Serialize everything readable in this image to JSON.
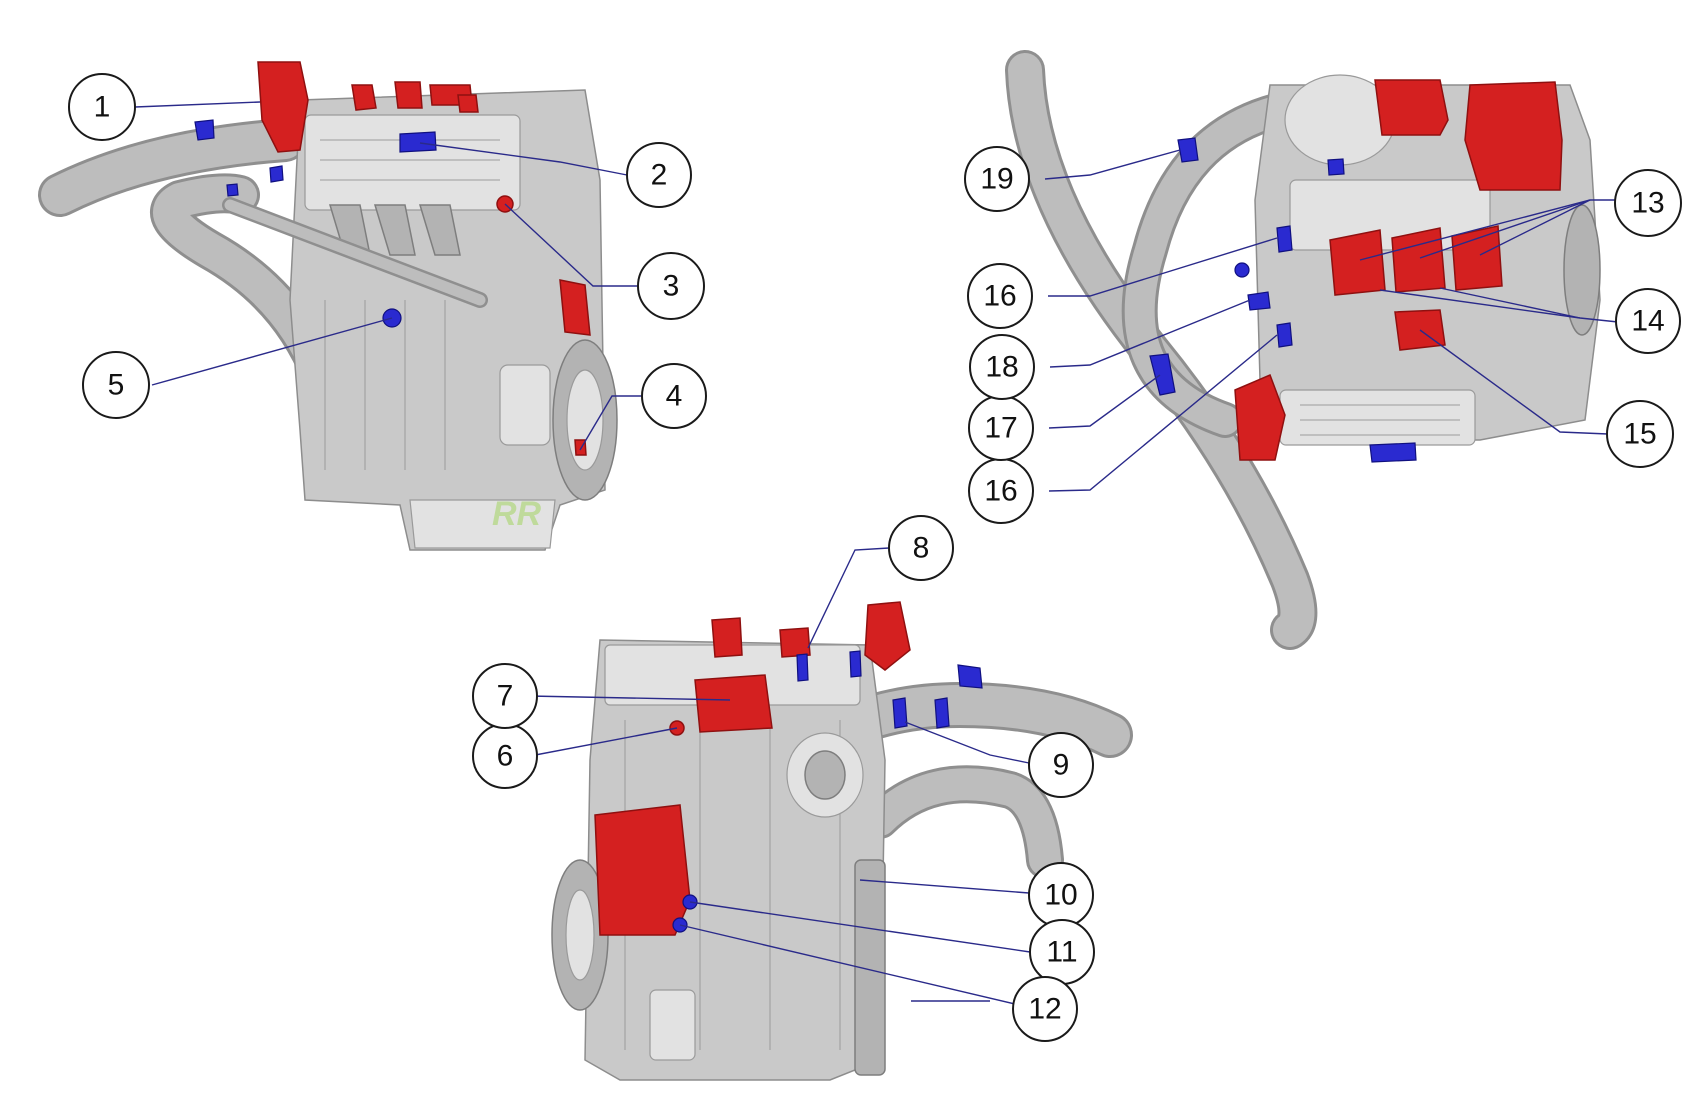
{
  "diagram": {
    "views": [
      {
        "id": "left-view"
      },
      {
        "id": "front-view"
      },
      {
        "id": "top-view"
      }
    ],
    "watermark": {
      "text": "RR"
    },
    "callouts": [
      {
        "label": "1"
      },
      {
        "label": "2"
      },
      {
        "label": "3"
      },
      {
        "label": "4"
      },
      {
        "label": "5"
      },
      {
        "label": "6"
      },
      {
        "label": "7"
      },
      {
        "label": "8"
      },
      {
        "label": "9"
      },
      {
        "label": "10"
      },
      {
        "label": "11"
      },
      {
        "label": "12"
      },
      {
        "label": "13"
      },
      {
        "label": "14"
      },
      {
        "label": "15"
      },
      {
        "label": "16"
      },
      {
        "label": "16"
      },
      {
        "label": "17"
      },
      {
        "label": "18"
      },
      {
        "label": "19"
      }
    ],
    "colors": {
      "highlight_red": "#d42020",
      "highlight_blue": "#2a2ad0",
      "engine_metal": "#c9c9c9",
      "leader_line": "#2a2a8a"
    }
  }
}
